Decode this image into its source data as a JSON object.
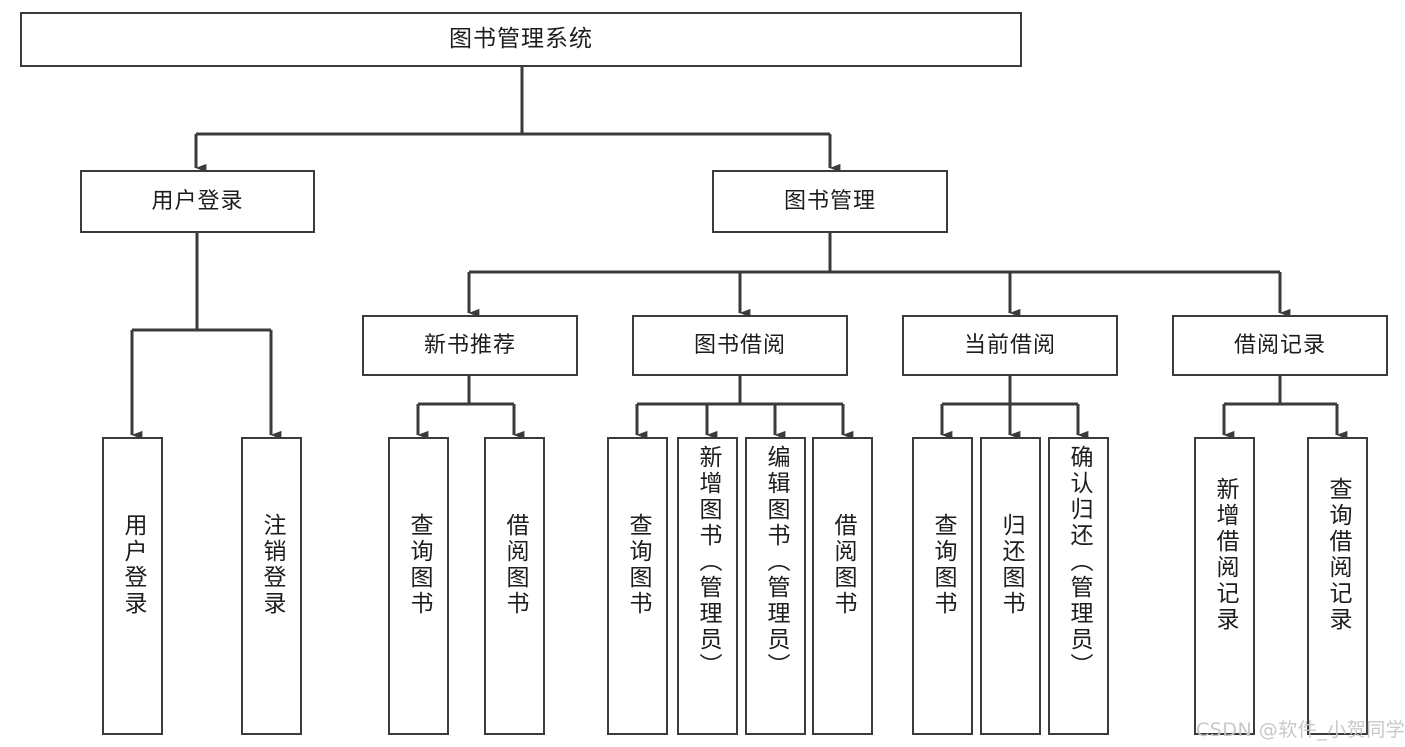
{
  "diagram": {
    "type": "tree-hierarchy-diagram",
    "title": "图书管理系统",
    "background_color": "#ffffff",
    "line_color": "#3b3b3b",
    "text_color": "#1d1d1d",
    "levels": {
      "root": {
        "label": "图书管理系统"
      },
      "level2": [
        {
          "id": "user-login",
          "label": "用户登录"
        },
        {
          "id": "book-management",
          "label": "图书管理"
        }
      ],
      "level3": [
        {
          "id": "new-book-recommend",
          "label": "新书推荐"
        },
        {
          "id": "book-borrow",
          "label": "图书借阅"
        },
        {
          "id": "current-borrow",
          "label": "当前借阅"
        },
        {
          "id": "borrow-record",
          "label": "借阅记录"
        }
      ],
      "leaves": {
        "user_login": [
          {
            "id": "leaf-user-login",
            "label": "用户登录"
          },
          {
            "id": "leaf-logout-login",
            "label": "注销登录"
          }
        ],
        "new_book_recommend": [
          {
            "id": "leaf-query-book-1",
            "label": "查询图书"
          },
          {
            "id": "leaf-borrow-book-1",
            "label": "借阅图书"
          }
        ],
        "book_borrow": [
          {
            "id": "leaf-query-book-2",
            "label": "查询图书"
          },
          {
            "id": "leaf-add-book-admin",
            "label": "新增图书（管理员）"
          },
          {
            "id": "leaf-edit-book-admin",
            "label": "编辑图书（管理员）"
          },
          {
            "id": "leaf-borrow-book-2",
            "label": "借阅图书"
          }
        ],
        "current_borrow": [
          {
            "id": "leaf-query-book-3",
            "label": "查询图书"
          },
          {
            "id": "leaf-return-book",
            "label": "归还图书"
          },
          {
            "id": "leaf-confirm-return-admin",
            "label": "确认归还（管理员）"
          }
        ],
        "borrow_record": [
          {
            "id": "leaf-add-borrow-record",
            "label": "新增借阅记录"
          },
          {
            "id": "leaf-query-borrow-record",
            "label": "查询借阅记录"
          }
        ]
      }
    },
    "watermark": "CSDN @软件_小贺同学"
  }
}
